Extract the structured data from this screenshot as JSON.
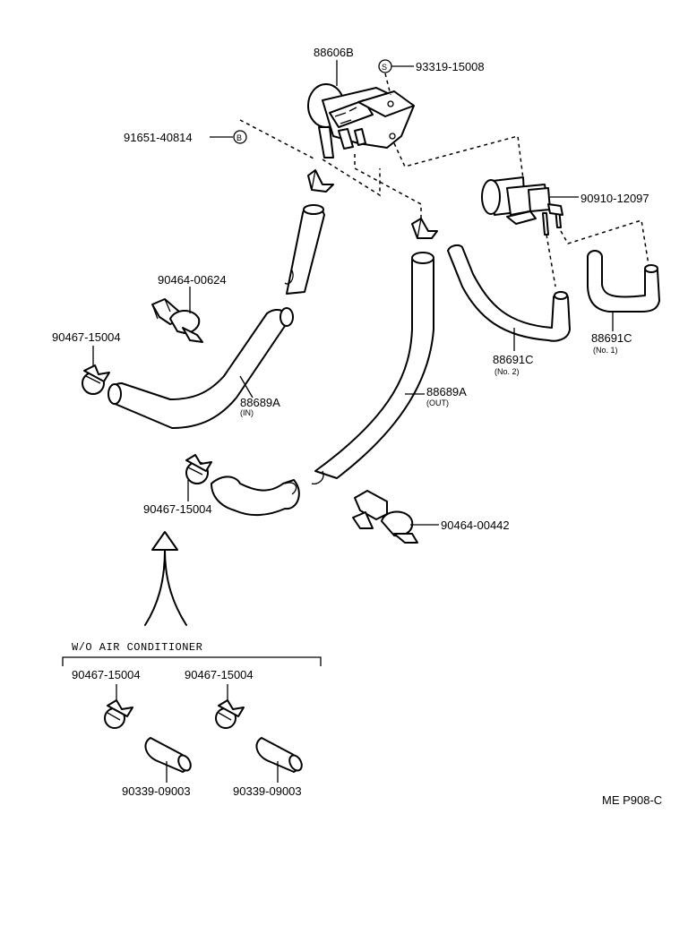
{
  "diagram": {
    "drawing_code": "ME P908-C",
    "section_title": "W/O AIR CONDITIONER",
    "labels": {
      "valve": "88606B",
      "bolt_s": "93319-15008",
      "bolt_s_symbol": "S",
      "bolt_b": "91651-40814",
      "bolt_b_symbol": "B",
      "vsv": "90910-12097",
      "clip_a": "90464-00624",
      "clamp_left": "90467-15004",
      "hose_in": "88689A",
      "hose_in_sub": "(IN)",
      "hose_out": "88689A",
      "hose_out_sub": "(OUT)",
      "hose_no2": "88691C",
      "hose_no2_sub": "(No. 2)",
      "hose_no1": "88691C",
      "hose_no1_sub": "(No. 1)",
      "clamp_lower": "90467-15004",
      "clip_b": "90464-00442",
      "clamp_woac_1": "90467-15004",
      "clamp_woac_2": "90467-15004",
      "plug_1": "90339-09003",
      "plug_2": "90339-09003"
    }
  }
}
